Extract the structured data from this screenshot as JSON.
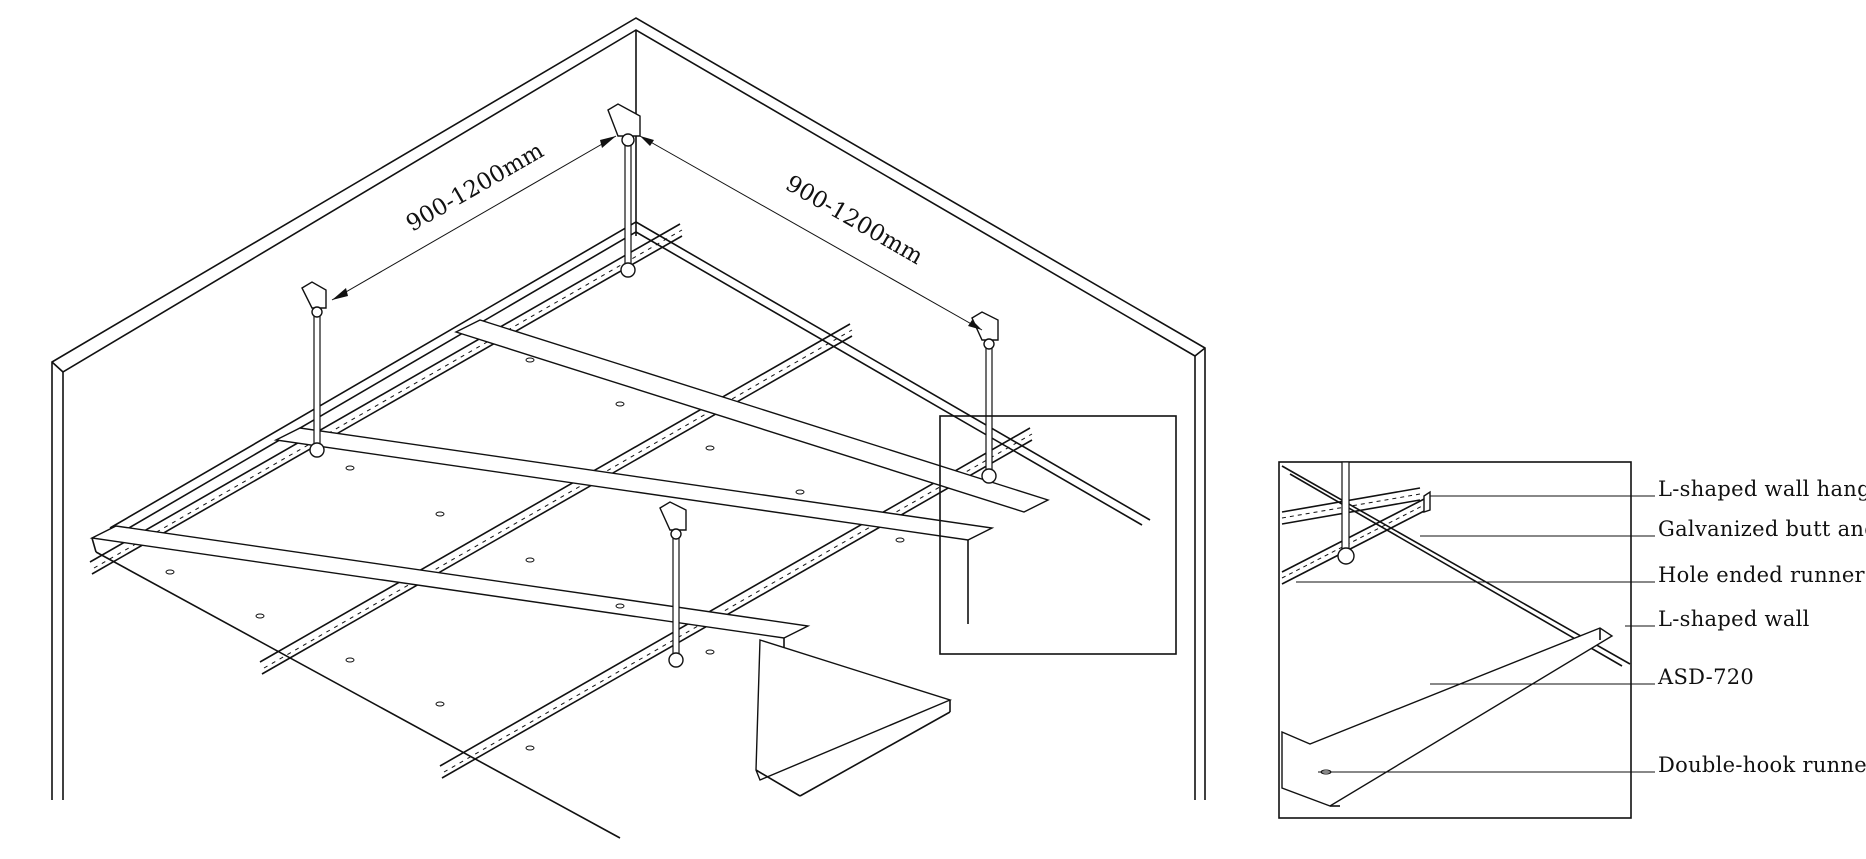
{
  "dimensions": {
    "left_span": "900-1200mm",
    "right_span": "900-1200mm"
  },
  "detail_callouts": [
    "L-shaped wall hanger",
    "Galvanized butt and nut",
    "Hole ended runner",
    "L-shaped wall",
    "ASD-720",
    "Double-hook runner"
  ]
}
